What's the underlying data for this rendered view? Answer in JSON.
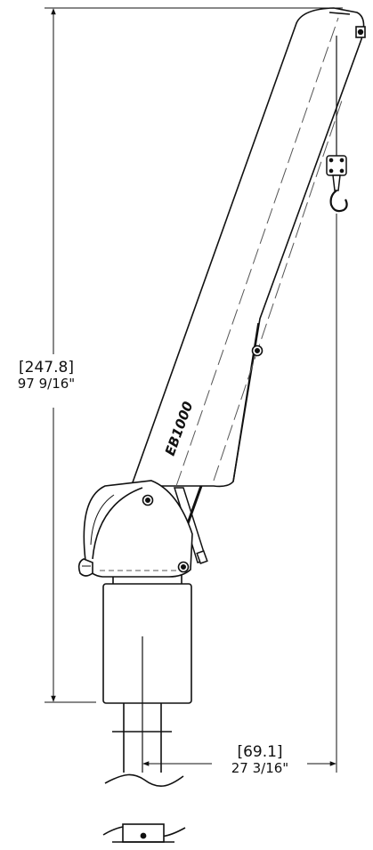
{
  "dimensions": {
    "height": {
      "metric": "[247.8]",
      "imperial": "97 9/16\""
    },
    "reach": {
      "metric": "[69.1]",
      "imperial": "27 3/16\""
    }
  },
  "boom_logo_text": "EB1000",
  "colors": {
    "line": "#111111",
    "fill": "#ffffff",
    "hidden": "#555555"
  }
}
